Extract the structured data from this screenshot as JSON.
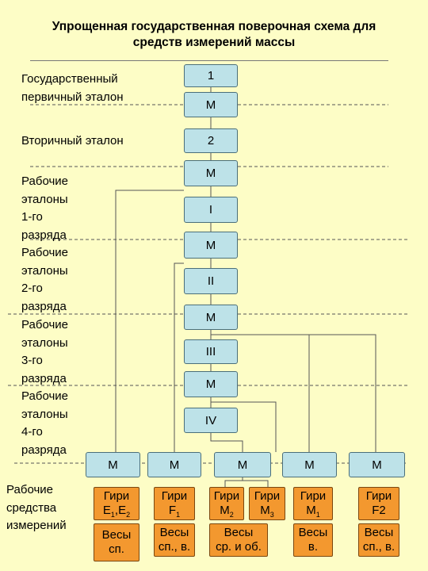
{
  "title_line1": "Упрощенная государственная поверочная схема для",
  "title_line2": "средств измерений массы",
  "levels": {
    "primary_1": "Государственный",
    "primary_2": "первичный эталон",
    "secondary": "Вторичный эталон",
    "r1": [
      "Рабочие",
      "эталоны",
      "1-го",
      "разряда"
    ],
    "r2": [
      "Рабочие",
      "эталоны",
      "2-го",
      "разряда"
    ],
    "r3": [
      "Рабочие",
      "эталоны",
      "3-го",
      "разряда"
    ],
    "r4": [
      "Рабочие",
      "эталоны",
      "4-го",
      "разряда"
    ],
    "working": [
      "Рабочие",
      "средства",
      "измерений"
    ]
  },
  "chain": {
    "primary": "1",
    "secondary": "2",
    "method": "М",
    "r1": "I",
    "r2": "II",
    "r3": "III",
    "r4": "IV"
  },
  "bottom_method": "М",
  "weights": {
    "word": "Гири",
    "e_main": "E",
    "e_sub1": "1",
    "e_comma": ",E",
    "e_sub2": "2",
    "f1_main": "F",
    "f1_sub": "1",
    "m2_main": "M",
    "m2_sub": "2",
    "m3_main": "M",
    "m3_sub": "3",
    "m1_main": "M",
    "m1_sub": "1",
    "f2": "F2"
  },
  "scales": {
    "word": "Весы",
    "s1": "сп.",
    "s2": "сп., в.",
    "s3": "ср. и об.",
    "s4": "в.",
    "s5": "сп., в."
  },
  "colors": {
    "background": "#fdfdc6",
    "method_box": "#bde2e8",
    "instrument_box": "#f3982f"
  }
}
